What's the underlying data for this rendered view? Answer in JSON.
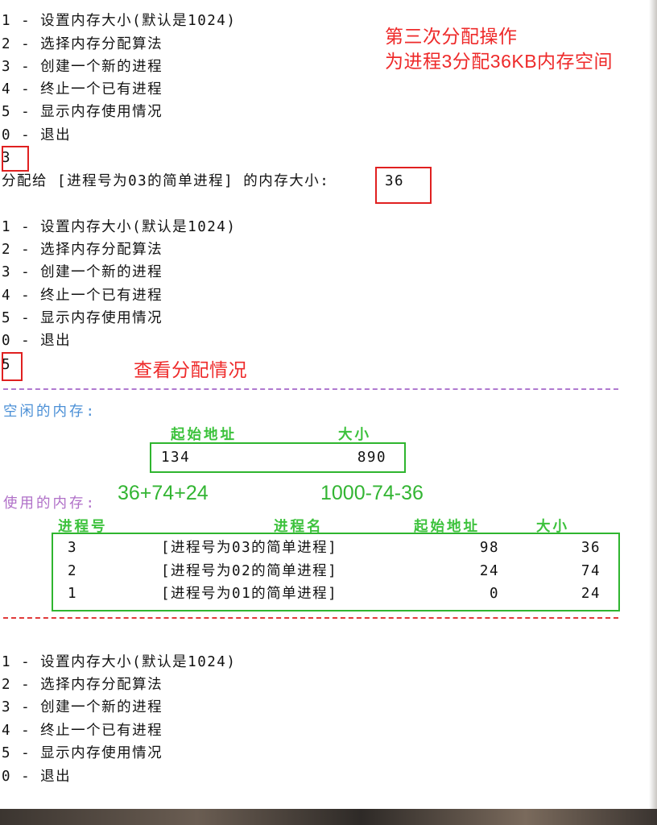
{
  "menu_items": [
    "1 - 设置内存大小(默认是1024)",
    "2 - 选择内存分配算法",
    "3 - 创建一个新的进程",
    "4 - 终止一个已有进程",
    "5 - 显示内存使用情况",
    "0 - 退出"
  ],
  "input_1": "3",
  "alloc_prompt": "分配给 [进程号为03的简单进程] 的内存大小:",
  "alloc_value": "36",
  "input_2": "5",
  "annotations": {
    "third_alloc_line1": "第三次分配操作",
    "third_alloc_line2": "为进程3分配36KB内存空间",
    "view_alloc": "查看分配情况",
    "calc_start": "36+74+24",
    "calc_size": "1000-74-36"
  },
  "free_memory": {
    "title": "空闲的内存:",
    "headers": {
      "start": "起始地址",
      "size": "大小"
    },
    "rows": [
      {
        "start": "134",
        "size": "890"
      }
    ]
  },
  "used_memory": {
    "title": "使用的内存:",
    "headers": {
      "pid": "进程号",
      "name": "进程名",
      "start": "起始地址",
      "size": "大小"
    },
    "rows": [
      {
        "pid": "3",
        "name": "[进程号为03的简单进程]",
        "start": "98",
        "size": "36"
      },
      {
        "pid": "2",
        "name": "[进程号为02的简单进程]",
        "start": "24",
        "size": "74"
      },
      {
        "pid": "1",
        "name": "[进程号为01的简单进程]",
        "start": "0",
        "size": "24"
      }
    ]
  },
  "colors": {
    "annotation_red": "#ee2a2a",
    "highlight_green": "#2fb52f",
    "free_title_blue": "#4a8fd6",
    "used_title_purple": "#b070c8"
  }
}
